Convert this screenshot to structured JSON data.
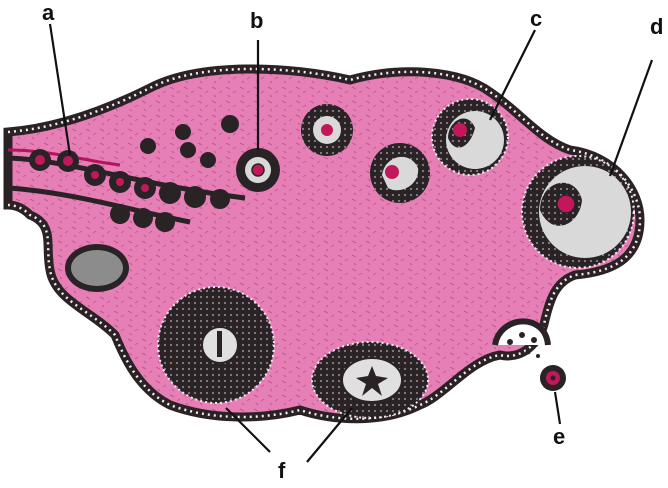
{
  "labels": {
    "a": "a",
    "b": "b",
    "c": "c",
    "d": "d",
    "e": "e",
    "f": "f"
  },
  "colors": {
    "stroma": "#e57fb6",
    "stroma_dark": "#c9578f",
    "capsule": "#2b2226",
    "capsule_dots": "#f4ecef",
    "follicle_cells": "#2a2326",
    "antrum": "#d9d9d9",
    "oocyte": "#c2185b",
    "degenerate": "#8c8c8c",
    "leader_line": "#111111"
  }
}
